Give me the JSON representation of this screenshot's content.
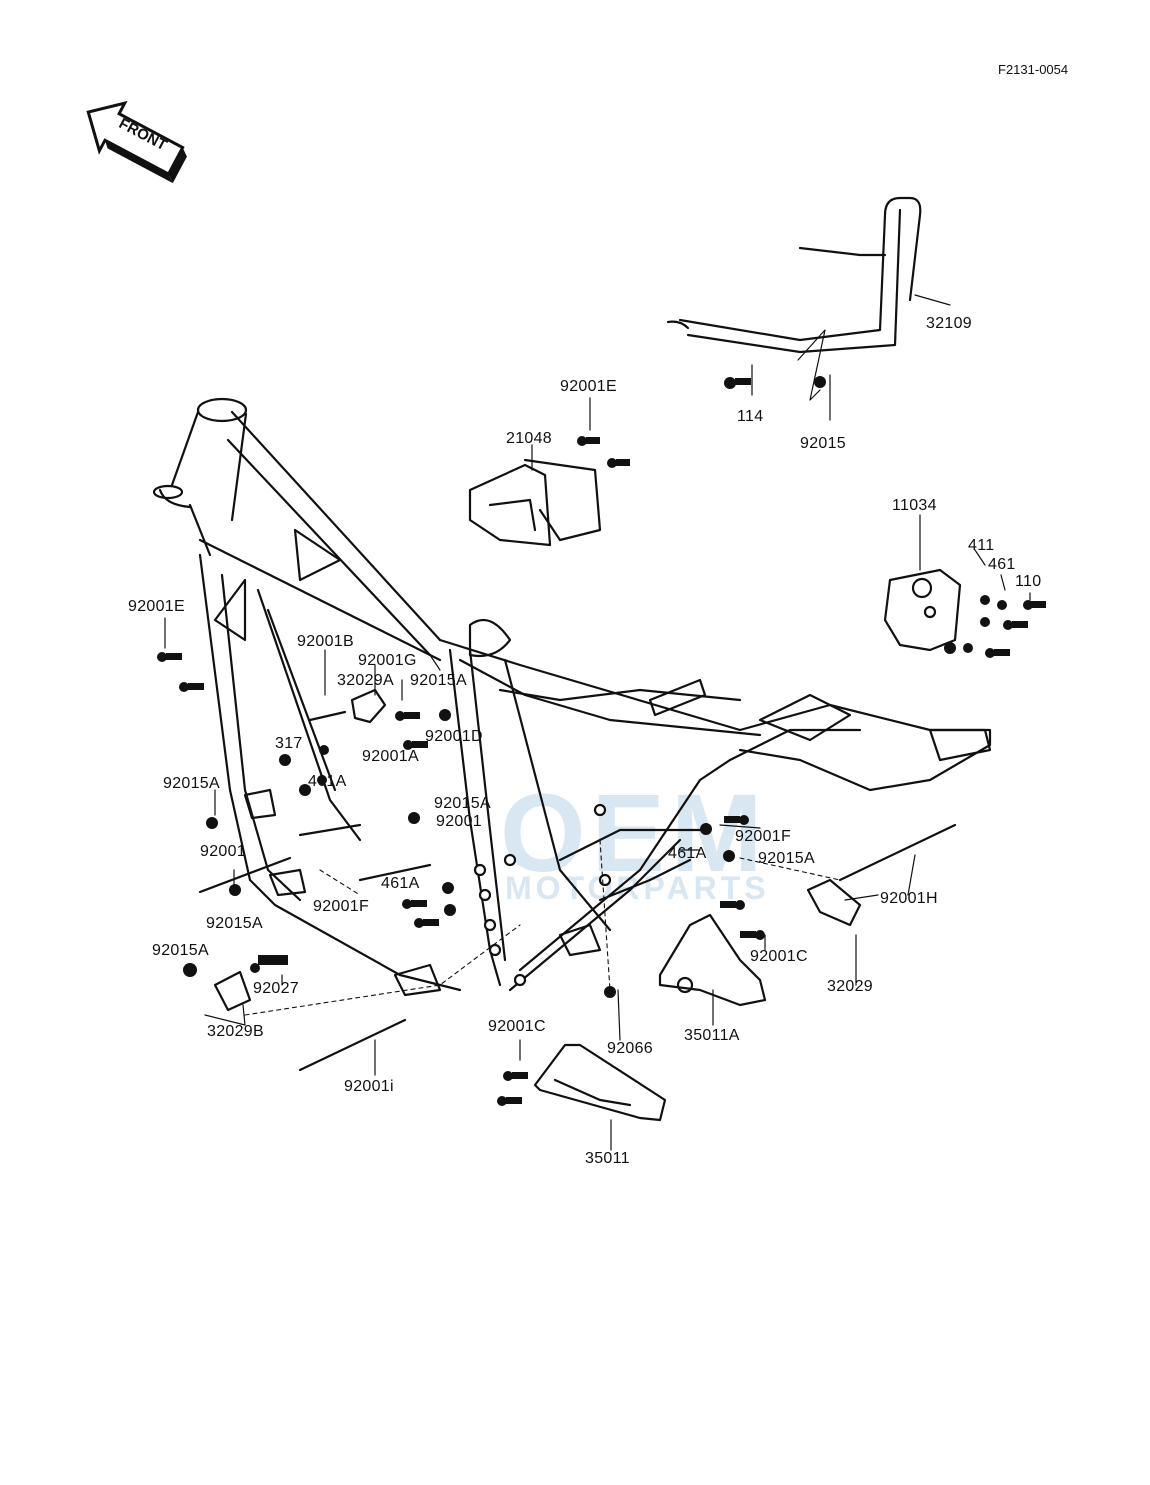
{
  "diagram_code": "F2131-0054",
  "front_badge": "FRONT",
  "watermark": {
    "brand": "OEM",
    "sub": "MOTORPARTS",
    "color": "#9cc3e0"
  },
  "labels": {
    "p32109": "32109",
    "p114": "114",
    "p92015": "92015",
    "p21048": "21048",
    "p92001E_top": "92001E",
    "p11034": "11034",
    "p411": "411",
    "p461": "461",
    "p110": "110",
    "p92001E_left": "92001E",
    "p92001B": "92001B",
    "p92001G": "92001G",
    "p32029A": "32029A",
    "p92015A_top": "92015A",
    "p317": "317",
    "p92001A": "92001A",
    "p92001D": "92001D",
    "p92015A_left": "92015A",
    "p461A_1": "461A",
    "p92015A_mid": "92015A",
    "p92001_mid": "92001",
    "p92001_left": "92001",
    "p92001F_right": "92001F",
    "p461A_2": "461A",
    "p92015A_right": "92015A",
    "p461A_3": "461A",
    "p92001F_left": "92001F",
    "p92015A_low": "92015A",
    "p92001H": "92001H",
    "p92015A_bottom": "92015A",
    "p92027": "92027",
    "p92001C_right": "92001C",
    "p32029": "32029",
    "p32029B": "32029B",
    "p92066": "92066",
    "p35011A": "35011A",
    "p92001C_low": "92001C",
    "p92001i": "92001i",
    "p35011": "35011"
  }
}
